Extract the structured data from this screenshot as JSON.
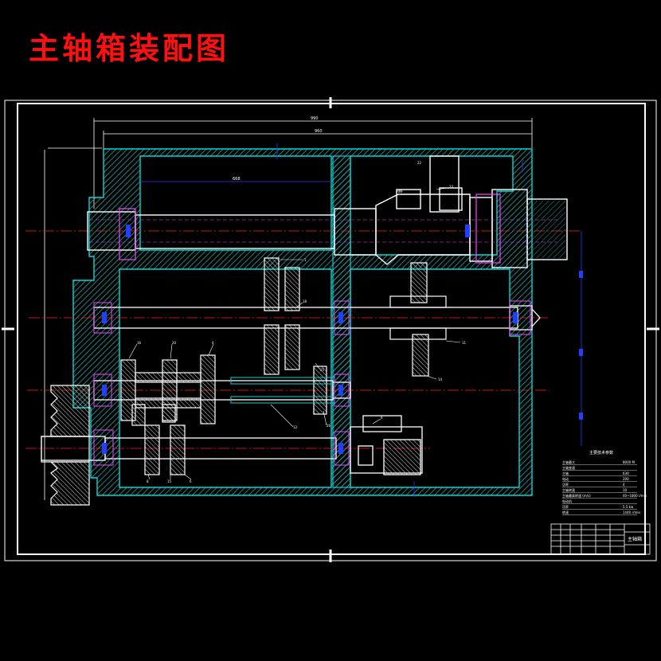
{
  "title": "主轴箱装配图",
  "dimensions": {
    "overall_1": "990",
    "overall_2": "960",
    "shaft_span": "668"
  },
  "part_labels": {
    "top_gear": "22",
    "spindle_tag": "21",
    "ring_gear": "23",
    "mid_gear_tag": "1",
    "output_gear_tag": "11",
    "gear_lower_1": "14",
    "gear_lower_2": "25",
    "gear_lower_3": "12",
    "gear_upper_1": "16",
    "gear_upper_2": "20",
    "gear_upper_3": "4",
    "gear_upper_4": "18",
    "shaft_tag": "26",
    "bottom_1": "8",
    "bottom_2": "15",
    "bottom_3": "6",
    "bottom_4": "9"
  },
  "spec_table": {
    "title": "主要技术参数",
    "rows": [
      {
        "label": "主轴最大",
        "value": "8000 M"
      },
      {
        "label": "主轴变速",
        "value": ""
      },
      {
        "label": "主轴",
        "value": "630"
      },
      {
        "label": "电动",
        "value": "200"
      },
      {
        "label": "功率",
        "value": "4"
      },
      {
        "label": "主轴转速",
        "value": "10"
      },
      {
        "label": "主轴最高转速 (m/s)",
        "value": "40~1800 r/min"
      },
      {
        "label": "电动机",
        "value": ""
      },
      {
        "label": "功率",
        "value": "5.5 kw"
      },
      {
        "label": "转速",
        "value": "1440 r/min"
      }
    ]
  },
  "title_block": {
    "name": "主轴箱"
  },
  "colors": {
    "frame": "#ffffff",
    "housing": "#00d8d8",
    "hatch": "#2aa0a0",
    "center_lines": "#ff2020",
    "dimension": "#2040ff",
    "bearing": "#ff40ff",
    "title": "#ff1010"
  }
}
